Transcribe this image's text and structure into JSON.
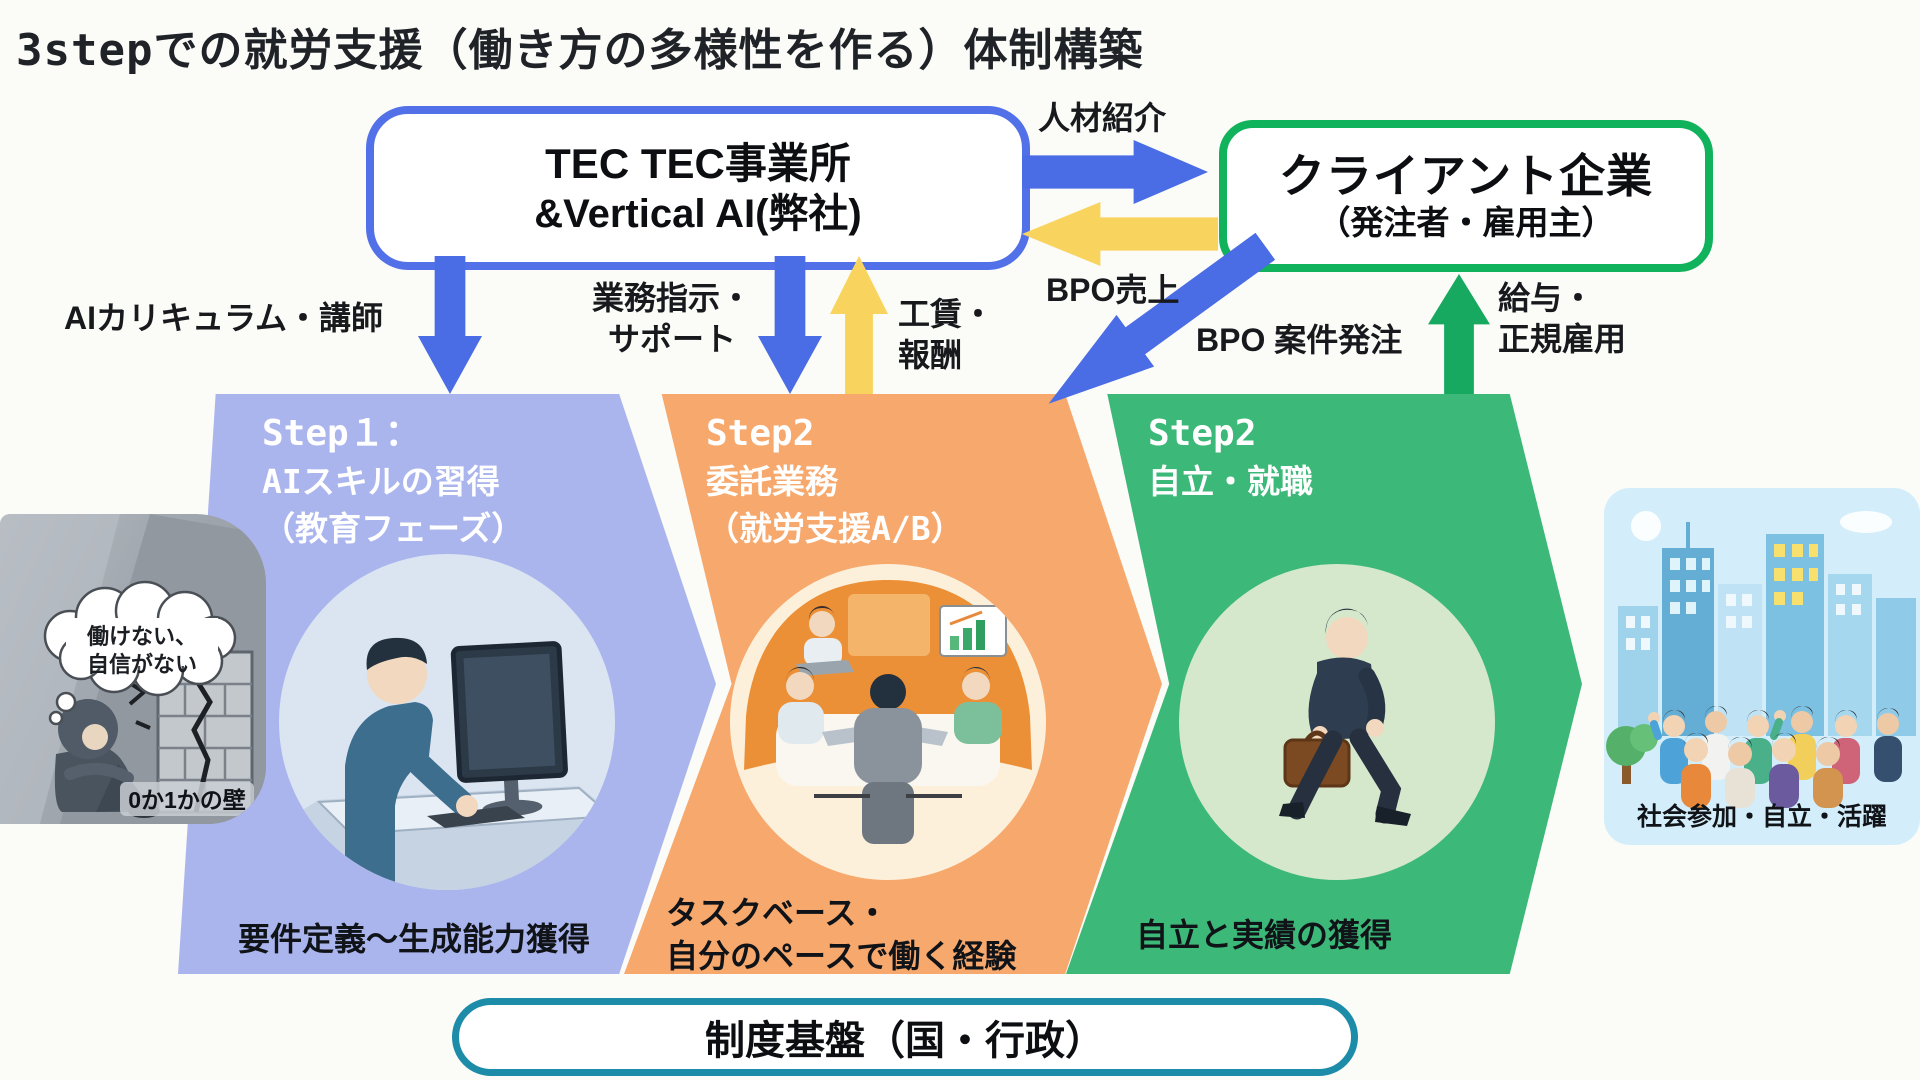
{
  "title": "3stepでの就労支援（働き方の多様性を作る）体制構築",
  "colors": {
    "arrow_blue": "#4a6ce4",
    "arrow_yellow": "#f8d45e",
    "arrow_green": "#17a95f",
    "tec_border_blue": "#5271e9",
    "client_border_green": "#10b25c",
    "foundation_border_teal": "#1d8ca8",
    "step1_fill": "#abb5ed",
    "step2_fill": "#f6a86d",
    "step3_fill": "#3cb878"
  },
  "tec_box": {
    "line1": "TEC TEC事業所",
    "line2": "&Vertical AI(弊社)"
  },
  "client_box": {
    "line1": "クライアント企業",
    "line2": "（発注者・雇用主）"
  },
  "foundation_box": {
    "label": "制度基盤（国・行政）"
  },
  "flow_labels": {
    "jinzai_shokai": "人材紹介",
    "bpo_uriage": "BPO売上",
    "bpo_anken_hacchu": "BPO 案件発注",
    "kyuyo_line1": "給与・",
    "kyuyo_line2": "正規雇用",
    "ai_curriculum": "AIカリキュラム・講師",
    "gyomu_line1": "業務指示・",
    "gyomu_line2": "サポート",
    "chingin_line1": "工賃・",
    "chingin_line2": "報酬"
  },
  "steps": [
    {
      "title": "Step１：",
      "name": "AIスキルの習得",
      "sub": "（教育フェーズ）",
      "caption_line1": "要件定義〜生成能力獲得",
      "caption_line2": ""
    },
    {
      "title": "Step2",
      "name": "委託業務",
      "sub": "（就労支援A/B）",
      "caption_line1": "タスクベース・",
      "caption_line2": "自分のペースで働く経験"
    },
    {
      "title": "Step2",
      "name": "自立・就職",
      "sub": "",
      "caption_line1": "自立と実績の獲得",
      "caption_line2": ""
    }
  ],
  "left_illustration": {
    "bubble_line1": "働けない、",
    "bubble_line2": "自信がない",
    "label": "0か1かの壁"
  },
  "right_illustration": {
    "caption": "社会参加・自立・活躍"
  }
}
